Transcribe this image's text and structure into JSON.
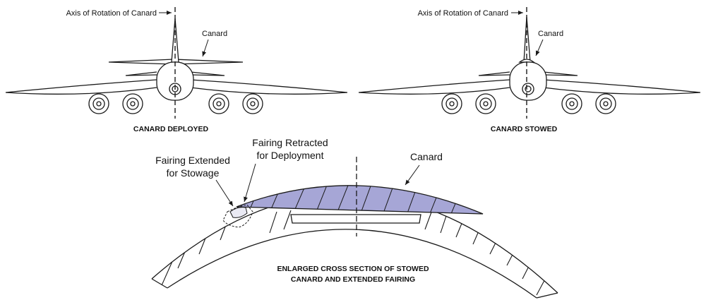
{
  "deployed_view": {
    "axis_label": "Axis of Rotation of Canard",
    "canard_label": "Canard",
    "caption": "CANARD DEPLOYED"
  },
  "stowed_view": {
    "axis_label": "Axis of Rotation of Canard",
    "canard_label": "Canard",
    "caption": "CANARD STOWED"
  },
  "cross_section": {
    "fairing_extended_line1": "Fairing Extended",
    "fairing_extended_line2": "for Stowage",
    "fairing_retracted_line1": "Fairing Retracted",
    "fairing_retracted_line2": "for Deployment",
    "canard_label": "Canard",
    "caption_line1": "ENLARGED CROSS SECTION OF STOWED",
    "caption_line2": "CANARD AND EXTENDED FAIRING"
  },
  "colors": {
    "canard_fill": "#a6a6d6",
    "line": "#1a1a1a"
  }
}
